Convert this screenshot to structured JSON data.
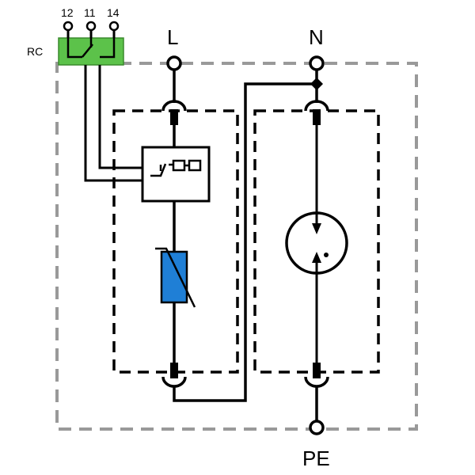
{
  "terminals": {
    "l": "L",
    "n": "N",
    "pe": "PE",
    "rc": "RC",
    "contact_12": "12",
    "contact_11": "11",
    "contact_14": "14"
  },
  "colors": {
    "rc_block": "#5cc24a",
    "varistor": "#1f7fd6",
    "outer_frame": "#999999",
    "lines": "#000000"
  },
  "icons": {
    "rc_block": "remote-contact-terminal-icon",
    "disconnector": "thermal-disconnector-icon",
    "varistor": "varistor-icon",
    "spark_gap": "gas-discharge-tube-icon"
  }
}
